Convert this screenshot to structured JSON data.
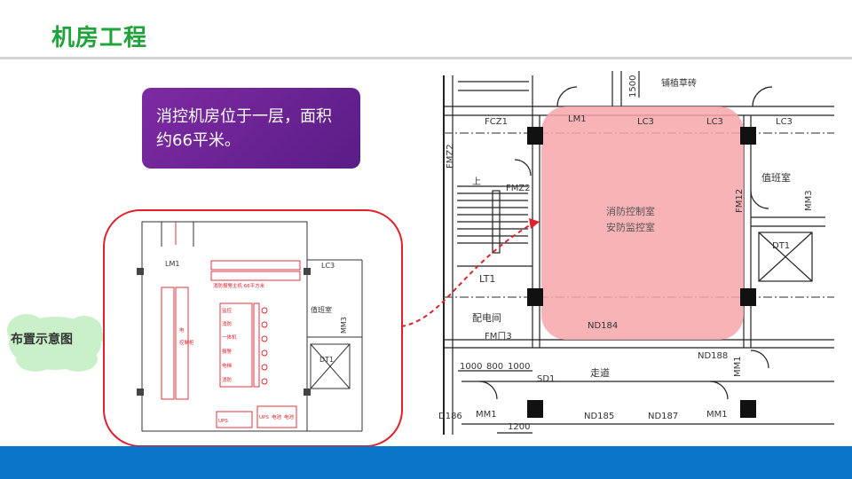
{
  "slide": {
    "title": "机房工程",
    "callout_text": "消控机房位于一层，面积约66平米。",
    "layout_label": "布置示意图"
  },
  "colors": {
    "title_green": "#1fa33a",
    "footer_blue": "#0a75c9",
    "callout_purple": "#6a2394",
    "highlight_pink": "#f7a6aa",
    "frame_red": "#e0212b",
    "cloud_green": "#c9f0c9"
  },
  "thumbnail": {
    "room_label": "值班室",
    "lc3": "LC3",
    "lm1": "LM1",
    "dt1": "DT1",
    "mm3": "MM3",
    "cabinet_header": "消防报警主机 66平方米",
    "console_items": [
      "监控",
      "消防",
      "一体机",
      "报警",
      "电梯",
      "消防"
    ],
    "cabinet_col_a": "电",
    "cabinet_col_b": "控制柜",
    "ups": "UPS",
    "bottom_items": [
      "UPS",
      "电池",
      "电池"
    ]
  },
  "plan": {
    "top_note": "铺植草砖",
    "dim_1500": "1500",
    "fcz1": "FCZ1",
    "lm1": "LM1",
    "lc3_a": "LC3",
    "lc3_b": "LC3",
    "lc3_c": "LC3",
    "fmz2_a": "FMZ2",
    "fmz2_b": "FMZ2",
    "shang": "上",
    "lt1": "LT1",
    "room_line1": "消防控制室",
    "room_line2": "安防监控室",
    "fm12": "FM12",
    "duty_room": "值班室",
    "mm3": "MM3",
    "dt1": "DT1",
    "power_room": "配电间",
    "fmc3": "FMㄇ3",
    "nd184": "ND184",
    "nd188": "ND188",
    "dims": [
      "1000",
      "800",
      "1000"
    ],
    "sd1": "SD1",
    "corridor": "走道",
    "mm1_a": "MM1",
    "mm1_b": "MM1",
    "mm1_c": "MM1",
    "d186": "D186",
    "nd185": "ND185",
    "nd187": "ND187",
    "dim_1200": "1200"
  }
}
